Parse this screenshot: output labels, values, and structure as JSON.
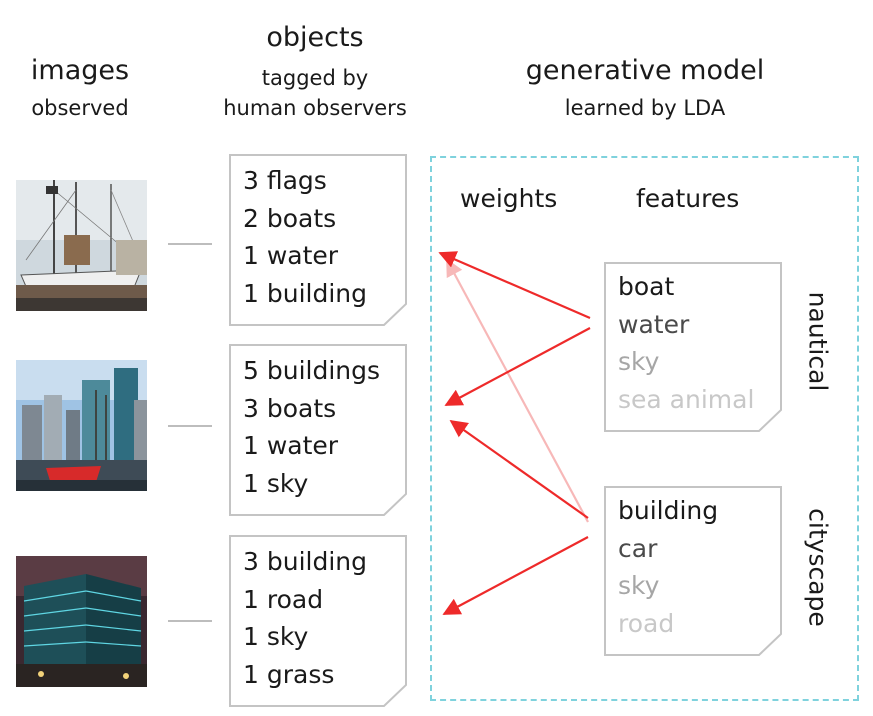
{
  "headers": {
    "images": {
      "title": "images",
      "subtitle": "observed"
    },
    "objects": {
      "title": "objects",
      "subtitle_line1": "tagged by",
      "subtitle_line2": "human observers"
    },
    "model": {
      "title": "generative model",
      "subtitle": "learned by LDA"
    }
  },
  "images": [
    {
      "depicts": "sailboat-harbor-photo"
    },
    {
      "depicts": "city-skyline-harbor-photo"
    },
    {
      "depicts": "office-building-night-photo"
    }
  ],
  "tag_cards": [
    {
      "items": [
        "3 flags",
        "2 boats",
        "1 water",
        "1 building"
      ]
    },
    {
      "items": [
        "5 buildings",
        "3 boats",
        "1 water",
        "1 sky"
      ]
    },
    {
      "items": [
        "3 building",
        "1 road",
        "1 sky",
        "1 grass"
      ]
    }
  ],
  "model": {
    "weights_label": "weights",
    "features_label": "features",
    "topics": [
      {
        "name": "nautical",
        "features": [
          {
            "text": "boat",
            "color": "#1a1a1a"
          },
          {
            "text": "water",
            "color": "#4a4a4a"
          },
          {
            "text": "sky",
            "color": "#a6a6a6"
          },
          {
            "text": "sea animal",
            "color": "#c8c8c8"
          }
        ]
      },
      {
        "name": "cityscape",
        "features": [
          {
            "text": "building",
            "color": "#1a1a1a"
          },
          {
            "text": "car",
            "color": "#4a4a4a"
          },
          {
            "text": "sky",
            "color": "#a6a6a6"
          },
          {
            "text": "road",
            "color": "#c8c8c8"
          }
        ]
      }
    ],
    "arrow_colors": {
      "strong": "#ee2a2a",
      "weak": "#f7b8b8"
    }
  }
}
